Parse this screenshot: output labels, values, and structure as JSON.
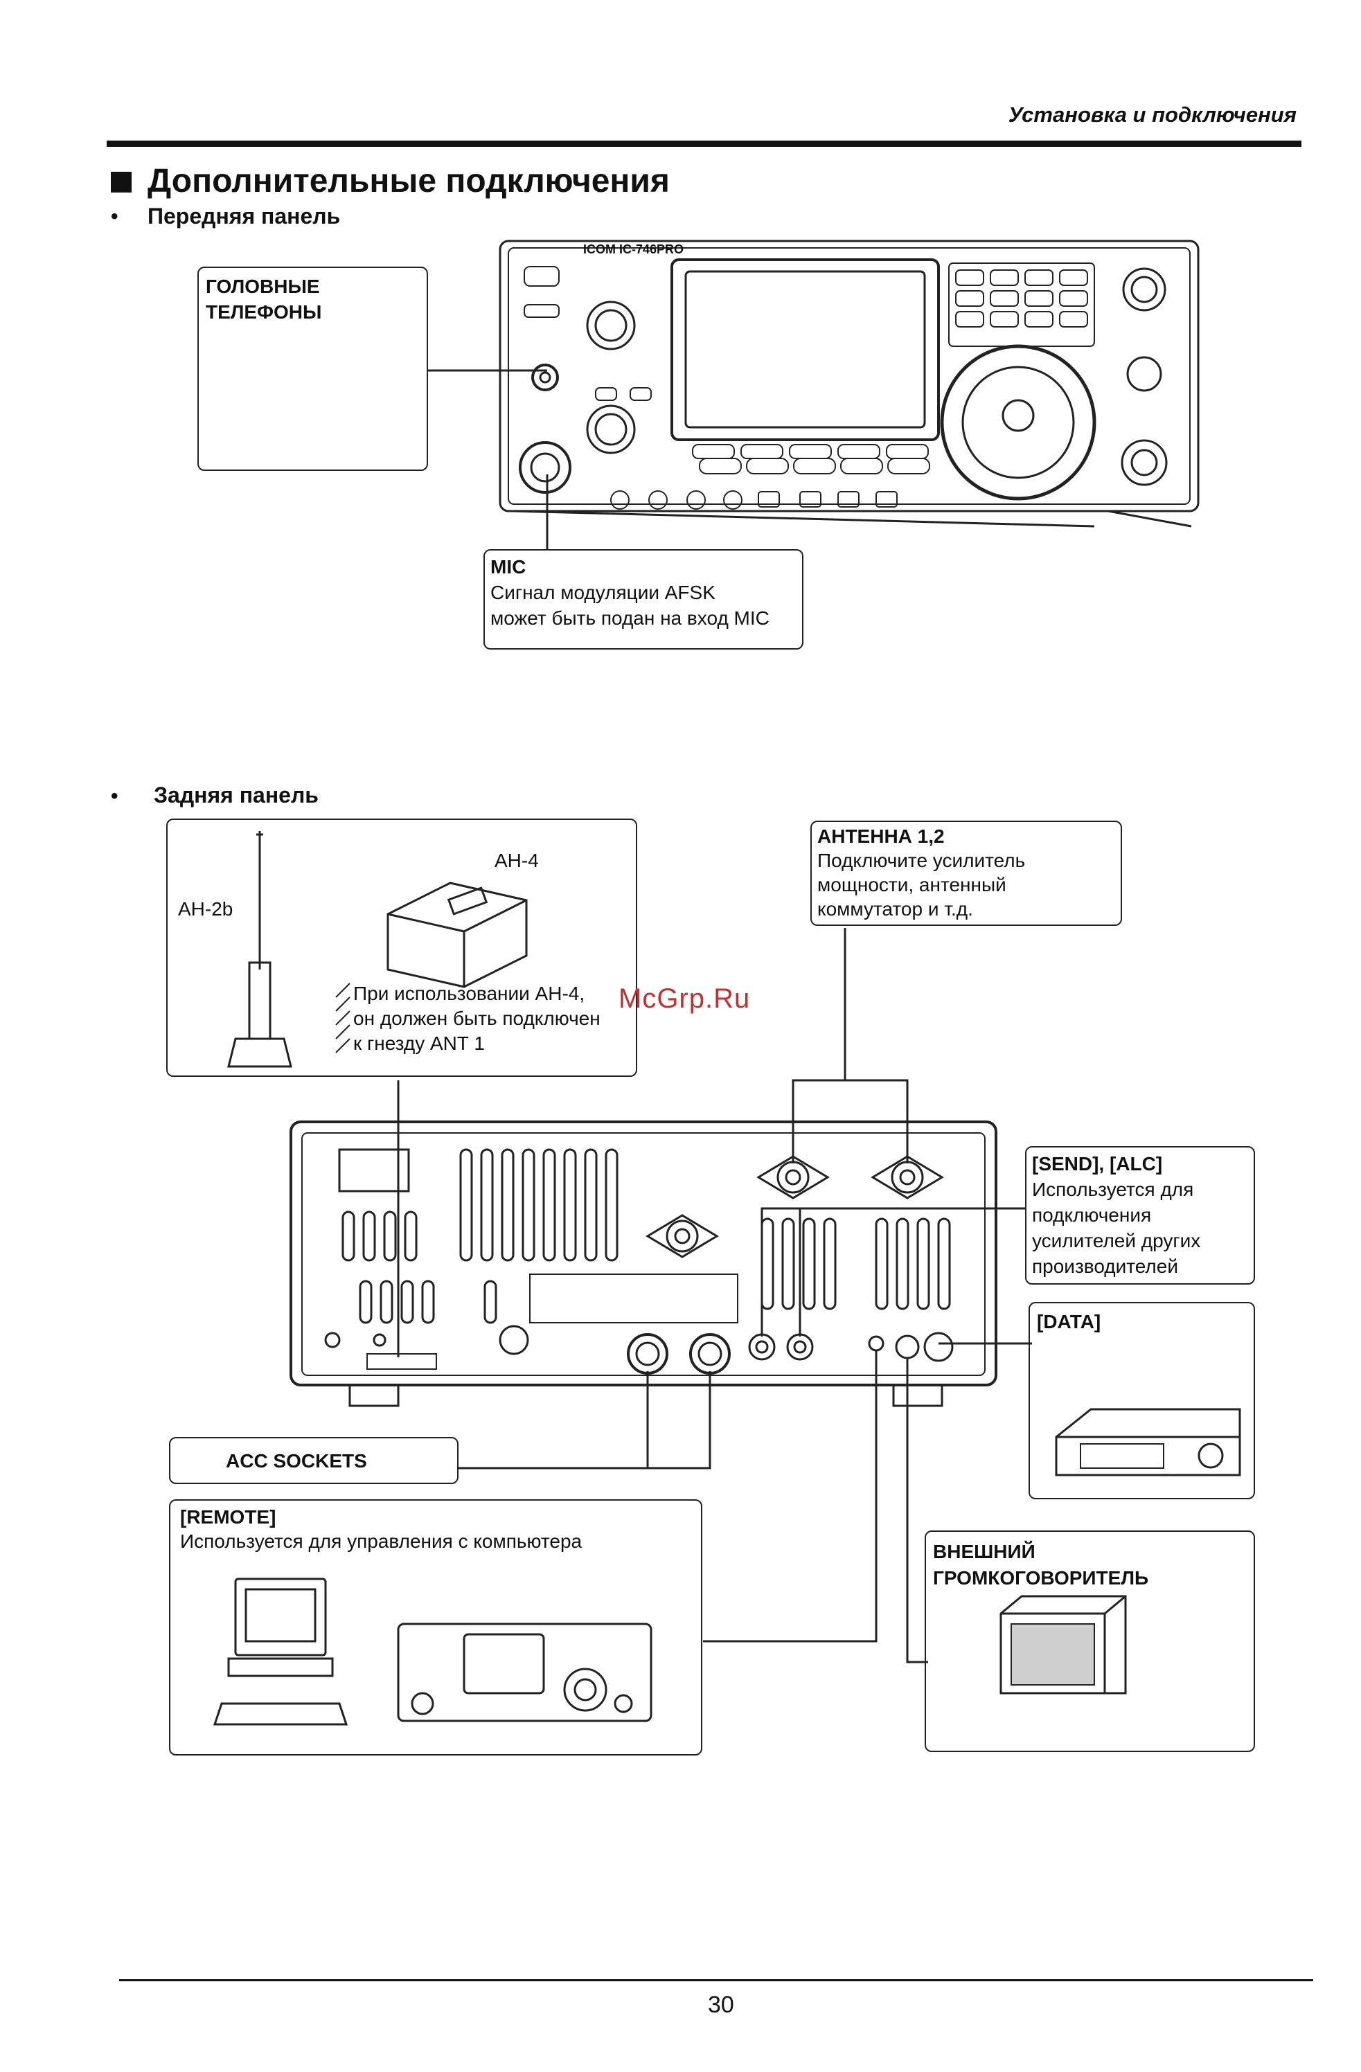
{
  "header": {
    "running_title": "Установка и подключения"
  },
  "section": {
    "title": "Дополнительные подключения"
  },
  "front": {
    "subhead": "Передняя панель",
    "headphones_label_line1": "ГОЛОВНЫЕ",
    "headphones_label_line2": "ТЕЛЕФОНЫ",
    "mic_title": "MIC",
    "mic_line1": "Сигнал модуляции AFSK",
    "mic_line2": "может быть подан на вход MIC",
    "radio_brand": "ICOM IC-746PRO"
  },
  "rear": {
    "subhead": "Задняя панель",
    "ah2b": "AH-2b",
    "ah4": "AH-4",
    "ah4_note_line1": "При использовании AH-4,",
    "ah4_note_line2": "он должен быть подключен",
    "ah4_note_line3": "к гнезду ANT 1",
    "antenna_title": "АНТЕННА 1,2",
    "antenna_line1": "Подключите усилитель",
    "antenna_line2": "мощности, антенный",
    "antenna_line3": "коммутатор и т.д.",
    "send_title": "[SEND], [ALC]",
    "send_line1": "Используется для",
    "send_line2": "подключения",
    "send_line3": "усилителей других",
    "send_line4": "производителей",
    "data_title": "[DATA]",
    "acc_label": "ACC SOCKETS",
    "remote_title": "[REMOTE]",
    "remote_line1": "Используется для управления с компьютера",
    "speaker_line1": "ВНЕШНИЙ",
    "speaker_line2": "ГРОМКОГОВОРИТЕЛЬ"
  },
  "watermark": "McGrp.Ru",
  "footer": {
    "page_number": "30"
  }
}
